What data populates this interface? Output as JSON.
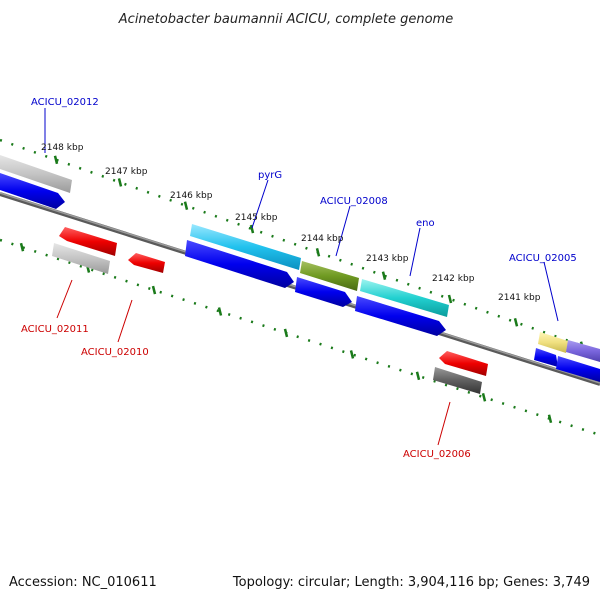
{
  "title": "Acinetobacter baumannii ACICU, complete genome",
  "accession": "Accession: NC_010611",
  "summary": "Topology: circular; Length: 3,904,116 bp; Genes: 3,749",
  "ticks": [
    "2148 kbp",
    "2147 kbp",
    "2146 kbp",
    "2145 kbp",
    "2144 kbp",
    "2143 kbp",
    "2142 kbp",
    "2141 kbp"
  ],
  "gene_labels": {
    "ACICU_02012": "ACICU_02012",
    "pyrG": "pyrG",
    "ACICU_02008": "ACICU_02008",
    "eno": "eno",
    "ACICU_02005": "ACICU_02005",
    "ACICU_02011": "ACICU_02011",
    "ACICU_02010": "ACICU_02010",
    "ACICU_02006": "ACICU_02006"
  },
  "colors": {
    "forward_label": "#0000cc",
    "reverse_label": "#cc0000",
    "cds": "#0000ee",
    "rev_cds": "#ee0000",
    "tick": "#1a7a1a",
    "backbone": "#888888"
  }
}
